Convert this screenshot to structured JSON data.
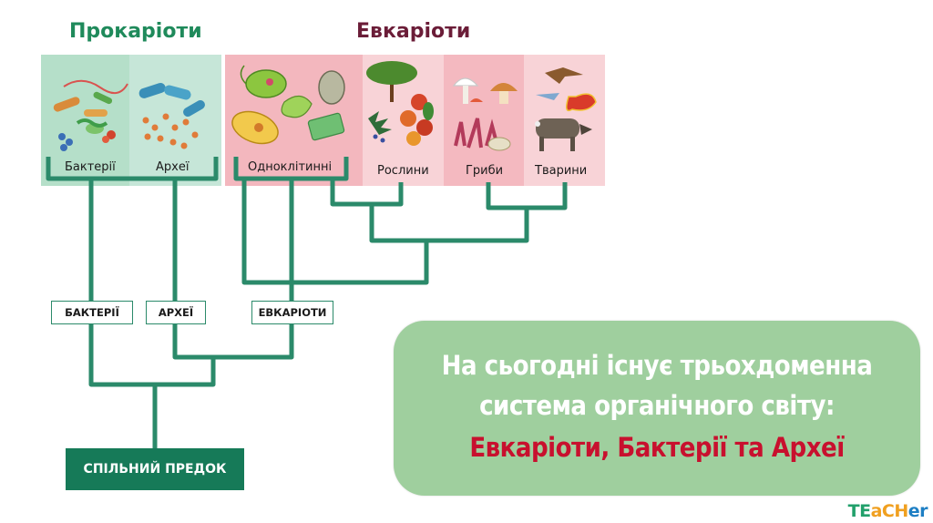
{
  "headings": {
    "prokaryotes": "Прокаріоти",
    "eukaryotes": "Евкаріоти"
  },
  "panels": {
    "bacteria": "Бактерії",
    "archaea": "Археї",
    "unicellular": "Одноклітинні",
    "plants": "Рослини",
    "fungi": "Гриби",
    "animals": "Тварини"
  },
  "nodes": {
    "bacteria": "БАКТЕРІЇ",
    "archaea": "АРХЕЇ",
    "eukaryotes": "ЕВКАРІОТИ"
  },
  "ancestor": "СПІЛЬНИЙ ПРЕДОК",
  "info": {
    "line1": "На сьогодні існує трьохдоменна",
    "line2": "система органічного світу:",
    "line3": "Евкаріоти, Бактерії та Археї"
  },
  "logo": {
    "part1": "TE",
    "part2": "aCH",
    "part3": "er"
  },
  "colors": {
    "branch": "#2b8a6a",
    "prok_heading": "#1f8a5b",
    "euk_heading": "#6b1d38",
    "ancestor_bg": "#167a58",
    "card_bg": "#9fcf9e",
    "highlight": "#c8102e"
  }
}
